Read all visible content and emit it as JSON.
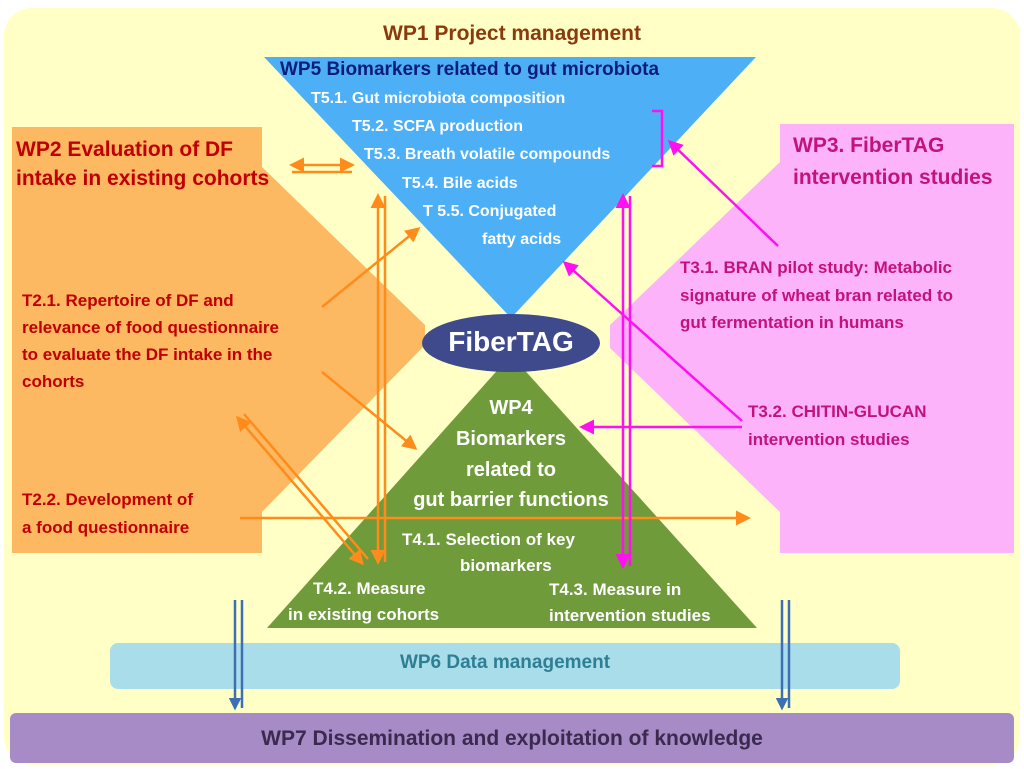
{
  "wp1": {
    "title": "WP1 Project management"
  },
  "wp5": {
    "title": "WP5 Biomarkers related to gut microbiota",
    "tasks": [
      "T5.1. Gut microbiota composition",
      "T5.2. SCFA production",
      "T5.3. Breath volatile compounds",
      "T5.4. Bile acids",
      "T 5.5. Conjugated",
      "fatty acids"
    ]
  },
  "wp2": {
    "title_lines": [
      "WP2 Evaluation of DF",
      "intake in existing cohorts"
    ],
    "t21_lines": [
      "T2.1. Repertoire of DF and",
      "relevance of food questionnaire",
      "to evaluate the DF intake in the",
      "cohorts"
    ],
    "t22_lines": [
      "T2.2. Development of",
      "a food questionnaire"
    ]
  },
  "wp3": {
    "title_lines": [
      "WP3. FiberTAG",
      "intervention studies"
    ],
    "t31_lines": [
      "T3.1. BRAN pilot study: Metabolic",
      "signature of wheat bran related to",
      "gut fermentation in humans"
    ],
    "t32_lines": [
      "T3.2. CHITIN-GLUCAN",
      "intervention studies"
    ]
  },
  "center": {
    "label": "FiberTAG"
  },
  "wp4": {
    "title_lines": [
      "WP4",
      "Biomarkers",
      "related to",
      "gut barrier functions"
    ],
    "t41_lines": [
      "T4.1. Selection of key",
      "biomarkers"
    ],
    "t42_lines": [
      "T4.2. Measure",
      "in existing cohorts"
    ],
    "t43_lines": [
      "T4.3. Measure in",
      "intervention studies"
    ]
  },
  "wp6": {
    "title": "WP6 Data management"
  },
  "wp7": {
    "title": "WP7 Dissemination and exploitation of knowledge"
  },
  "colors": {
    "background": "#FFFFC6",
    "wp2_orange": "#FDB862",
    "wp3_pink": "#FCB3FA",
    "wp5_blue": "#4DAFF6",
    "wp4_green": "#6F9B3B",
    "center_ellipse": "#3E4A8C",
    "orange_arrow": "#FF8C1A",
    "magenta_arrow": "#FF10F0",
    "blue_arrow": "#3D6FB5",
    "wp6_box": "#A9DDEA",
    "wp7_box": "#A68BC6"
  }
}
